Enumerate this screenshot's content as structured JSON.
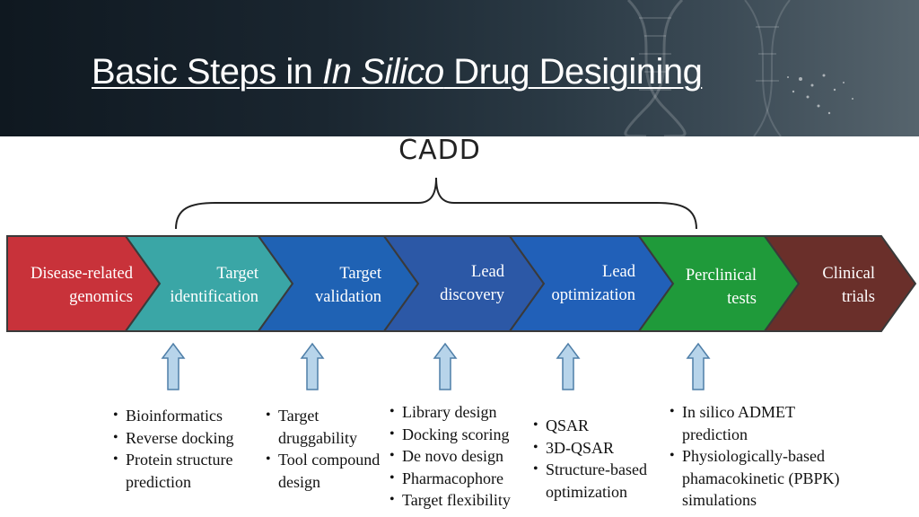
{
  "slide": {
    "title_part1": "Basic Steps in ",
    "title_italic": "In Silico",
    "title_part2": " Drug Desigining"
  },
  "diagram": {
    "bracket_label": "CADD",
    "steps": [
      {
        "lines": [
          "Disease-related",
          "genomics"
        ],
        "color": "#c8323a"
      },
      {
        "lines": [
          "Target",
          "identification"
        ],
        "color": "#3aa6a6"
      },
      {
        "lines": [
          "Target",
          "validation"
        ],
        "color": "#1f62b4"
      },
      {
        "lines": [
          "Lead",
          "discovery"
        ],
        "color": "#2c58a6"
      },
      {
        "lines": [
          "Lead",
          "optimization"
        ],
        "color": "#2160b8"
      },
      {
        "lines": [
          "Perclinical",
          "tests"
        ],
        "color": "#1f9a3a"
      },
      {
        "lines": [
          "Clinical",
          "trials"
        ],
        "color": "#6a2f2a"
      }
    ],
    "details": [
      {
        "items": [
          [
            "Bioinformatics"
          ],
          [
            "Reverse docking"
          ],
          [
            "Protein structure",
            "prediction"
          ]
        ]
      },
      {
        "items": [
          [
            "Target",
            "druggability"
          ],
          [
            "Tool compound",
            "design"
          ]
        ]
      },
      {
        "items": [
          [
            "Library design"
          ],
          [
            "Docking scoring"
          ],
          [
            "De novo design"
          ],
          [
            "Pharmacophore"
          ],
          [
            "Target flexibility"
          ]
        ]
      },
      {
        "items": [
          [
            "QSAR"
          ],
          [
            "3D-QSAR"
          ],
          [
            "Structure-based",
            "optimization"
          ]
        ]
      },
      {
        "items": [
          [
            "In silico ADMET",
            "prediction"
          ],
          [
            "Physiologically-based",
            "phamacokinetic (PBPK)",
            "simulations"
          ]
        ]
      }
    ]
  }
}
